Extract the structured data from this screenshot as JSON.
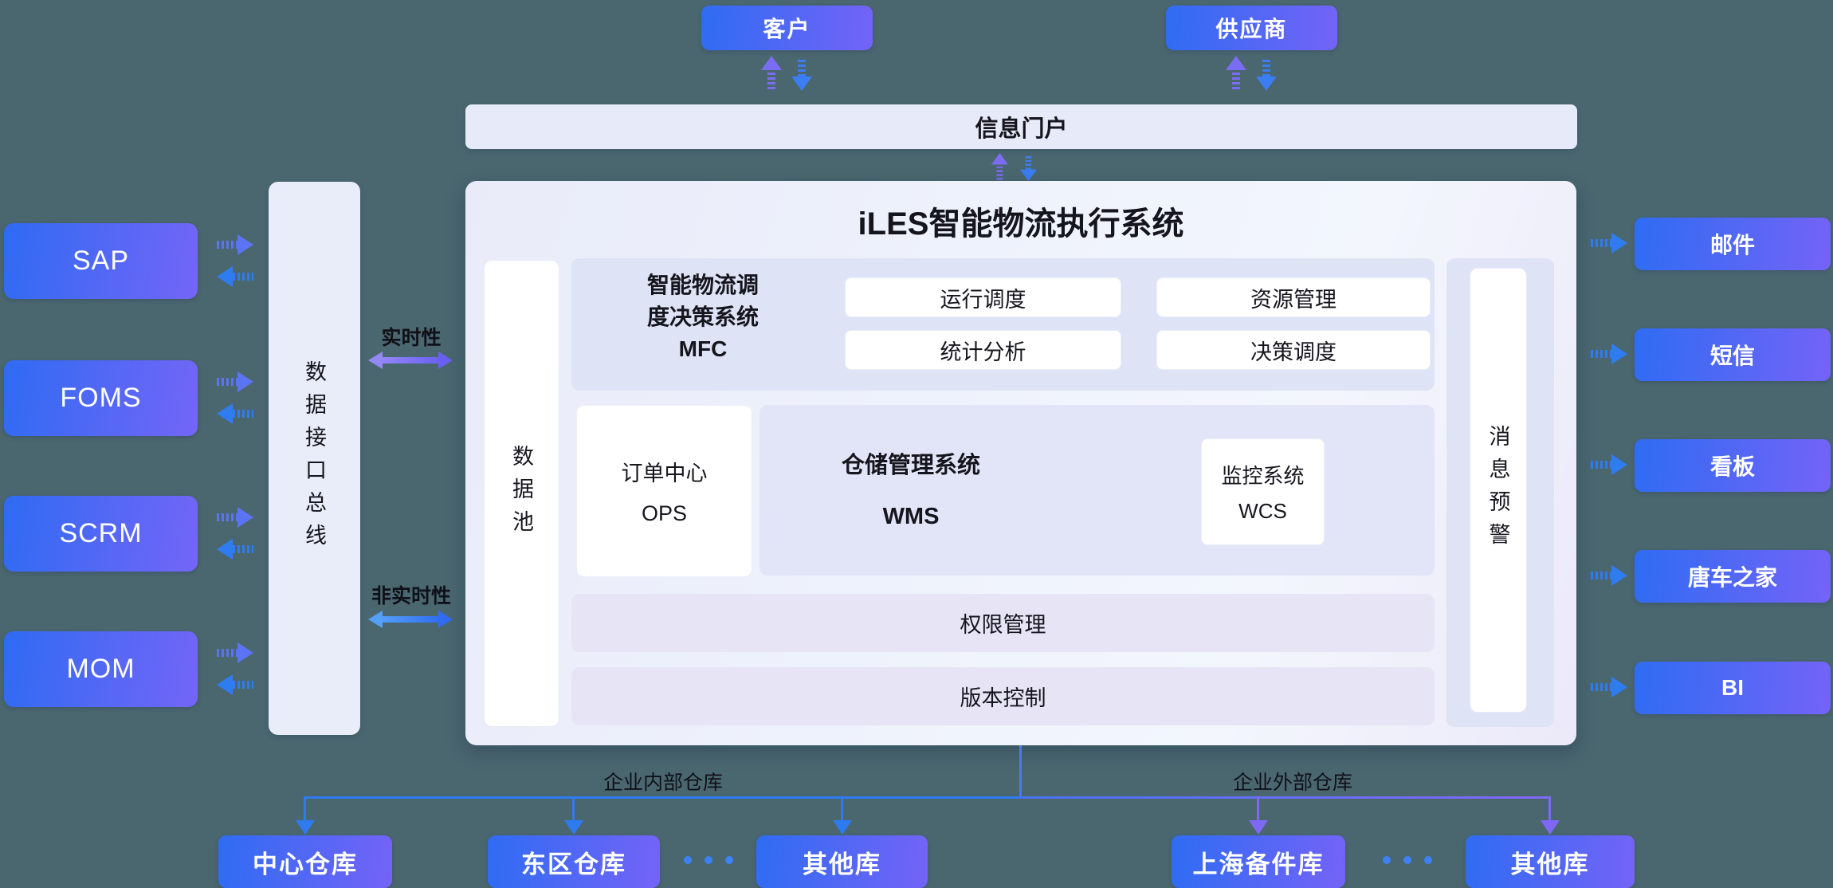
{
  "title": "iLES智能物流执行系统",
  "top": {
    "customer": "客户",
    "supplier": "供应商",
    "portal": "信息门户"
  },
  "left_systems": [
    "SAP",
    "FOMS",
    "SCRM",
    "MOM"
  ],
  "bus": {
    "label": "数据接口总线",
    "realtime_label": "实时性",
    "non_realtime_label": "非实时性"
  },
  "main": {
    "data_pool": "数据池",
    "message_alert": "消息预警",
    "mfc": {
      "label_lines": [
        "智能物流调",
        "度决策系统",
        "MFC"
      ],
      "buttons": [
        "运行调度",
        "资源管理",
        "统计分析",
        "决策调度"
      ]
    },
    "ops": {
      "line1": "订单中心",
      "line2": "OPS"
    },
    "wms": {
      "line1": "仓储管理系统",
      "line2": "WMS"
    },
    "wcs": {
      "line1": "监控系统",
      "line2": "WCS"
    },
    "permission_bar": "权限管理",
    "version_bar": "版本控制"
  },
  "right_outputs": [
    "邮件",
    "短信",
    "看板",
    "唐车之家",
    "BI"
  ],
  "bottom": {
    "internal_label": "企业内部仓库",
    "external_label": "企业外部仓库",
    "warehouses": [
      "中心仓库",
      "东区仓库",
      "其他库",
      "上海备件库",
      "其他库"
    ]
  },
  "colors": {
    "bg": "#4a6770",
    "g1": "#2f6cf3",
    "g2": "#7463f7",
    "portal_bg": "#e7eaf8",
    "bus_bg": "#e9edf9",
    "panel": "#dfe3f6",
    "bar_bg": "#e7e4f6",
    "line_blue": "#2e7bf0",
    "line_purple": "#7e68f4",
    "arrow_blue": "#3b7df3",
    "arrow_purple": "#7b6cf4"
  }
}
